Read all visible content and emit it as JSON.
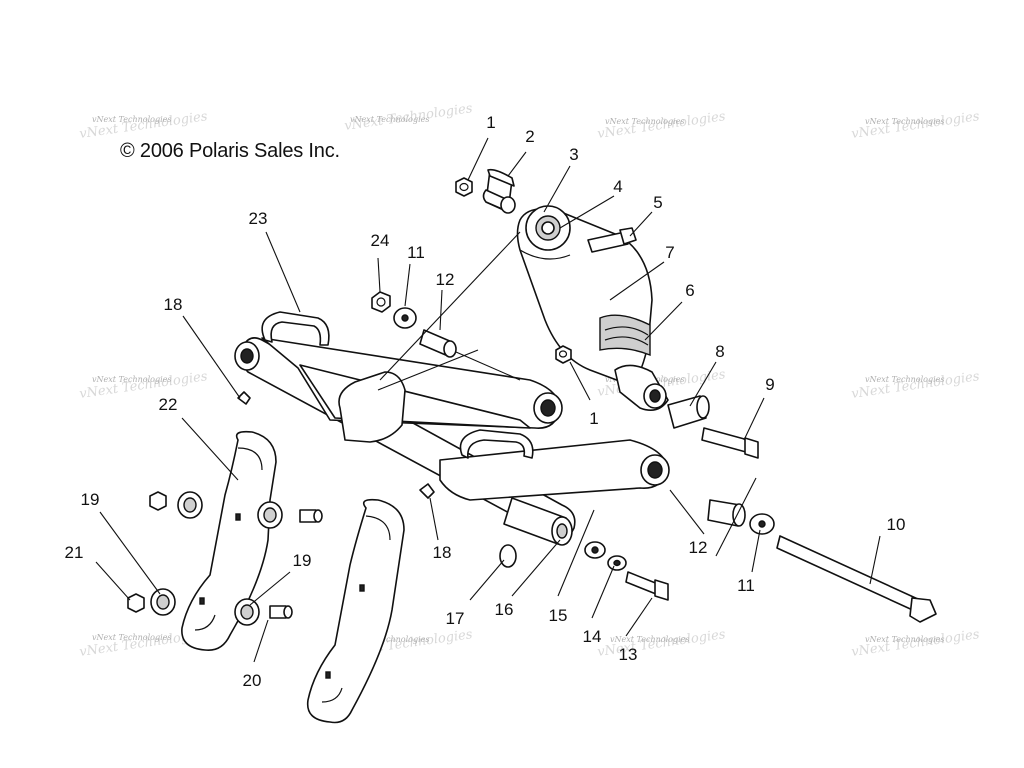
{
  "copyright": "© 2006 Polaris Sales Inc.",
  "watermark": "vNext Technologies",
  "callouts": [
    {
      "id": "c1a",
      "label": "1"
    },
    {
      "id": "c2",
      "label": "2"
    },
    {
      "id": "c3",
      "label": "3"
    },
    {
      "id": "c4",
      "label": "4"
    },
    {
      "id": "c5",
      "label": "5"
    },
    {
      "id": "c7",
      "label": "7"
    },
    {
      "id": "c6",
      "label": "6"
    },
    {
      "id": "c24",
      "label": "24"
    },
    {
      "id": "c11a",
      "label": "11"
    },
    {
      "id": "c12a",
      "label": "12"
    },
    {
      "id": "c23",
      "label": "23"
    },
    {
      "id": "c18a",
      "label": "18"
    },
    {
      "id": "c1b",
      "label": "1"
    },
    {
      "id": "c8",
      "label": "8"
    },
    {
      "id": "c9",
      "label": "9"
    },
    {
      "id": "c22",
      "label": "22"
    },
    {
      "id": "c19a",
      "label": "19"
    },
    {
      "id": "c21",
      "label": "21"
    },
    {
      "id": "c19b",
      "label": "19"
    },
    {
      "id": "c20",
      "label": "20"
    },
    {
      "id": "c18b",
      "label": "18"
    },
    {
      "id": "c17",
      "label": "17"
    },
    {
      "id": "c16",
      "label": "16"
    },
    {
      "id": "c15",
      "label": "15"
    },
    {
      "id": "c14",
      "label": "14"
    },
    {
      "id": "c13",
      "label": "13"
    },
    {
      "id": "c12b",
      "label": "12"
    },
    {
      "id": "c11b",
      "label": "11"
    },
    {
      "id": "c10",
      "label": "10"
    }
  ]
}
